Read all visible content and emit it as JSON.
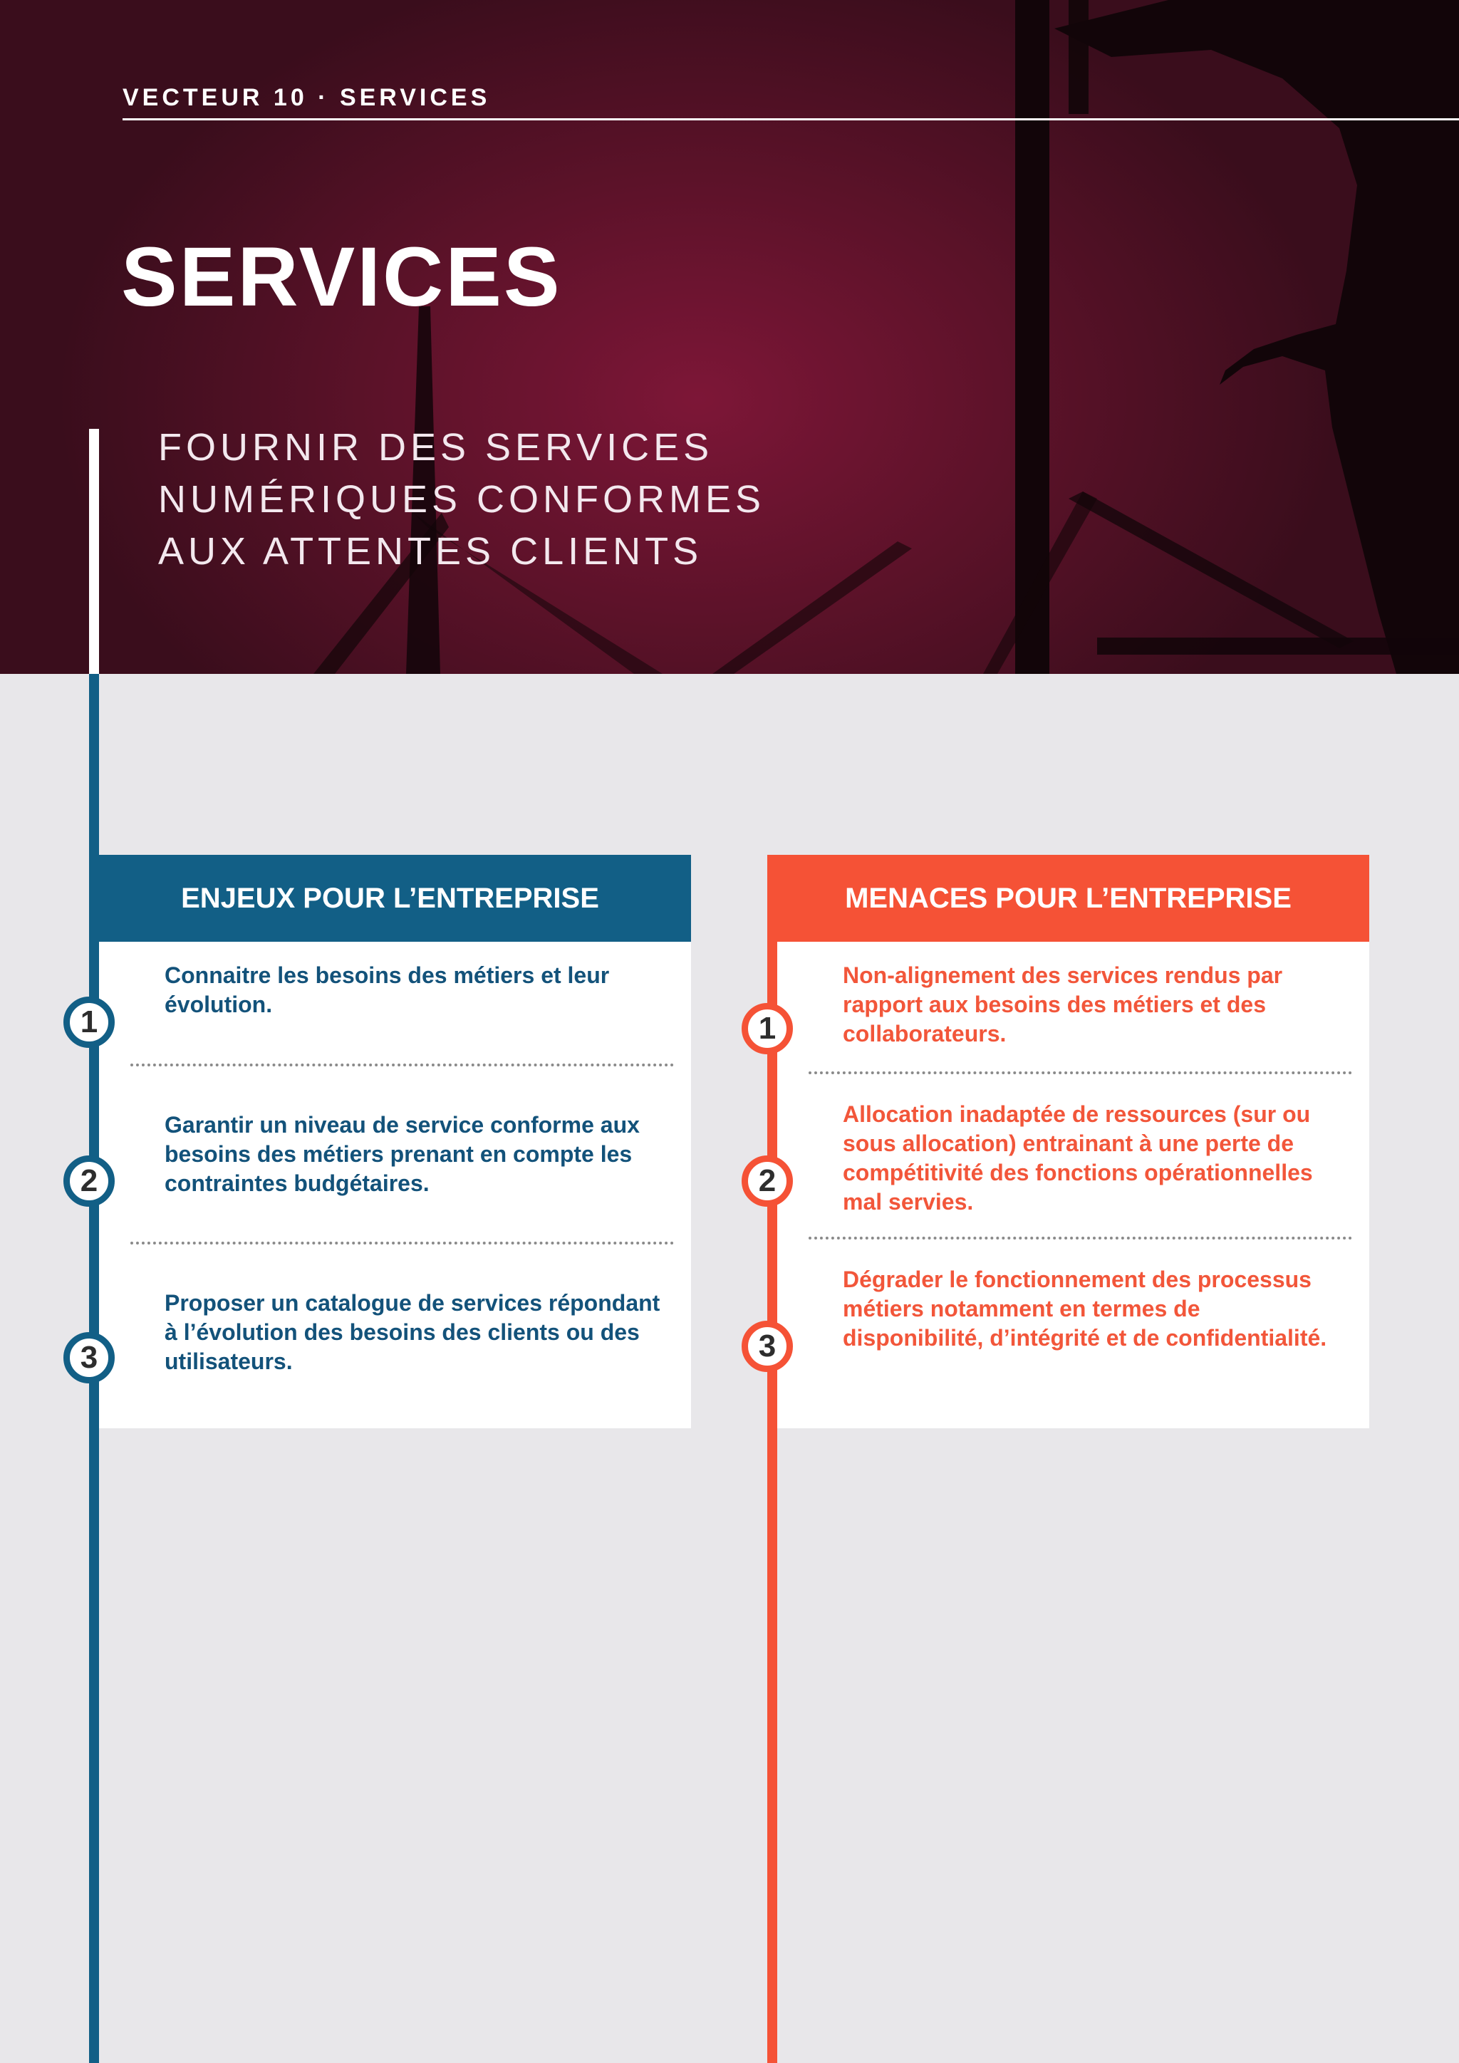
{
  "header": {
    "breadcrumb": "VECTEUR 10 · SERVICES",
    "title": "SERVICES",
    "subtitle_lines": [
      "FOURNIR DES SERVICES",
      "NUMÉRIQUES CONFORMES",
      "AUX ATTENTES CLIENTS"
    ]
  },
  "enjeux": {
    "heading": "ENJEUX POUR L’ENTREPRISE",
    "items": [
      {
        "number": "1",
        "text": "Connaitre les besoins des métiers et leur évolution."
      },
      {
        "number": "2",
        "text": "Garantir un niveau de service conforme aux besoins des métiers prenant en compte les contraintes budgétaires."
      },
      {
        "number": "3",
        "text": "Proposer un catalogue de services répondant à l’évolution des besoins des clients ou des utilisateurs."
      }
    ]
  },
  "menaces": {
    "heading": "MENACES POUR L’ENTREPRISE",
    "items": [
      {
        "number": "1",
        "text": "Non-alignement des services rendus par rapport aux besoins des métiers et des collaborateurs."
      },
      {
        "number": "2",
        "text": "Allocation inadaptée de ressources (sur ou sous allocation) entrainant à une perte de compétitivité des fonctions opérationnelles mal servies."
      },
      {
        "number": "3",
        "text": "Dégrader le fonctionnement des processus métiers notamment en termes de disponibilité, d’intégrité et de confidentialité."
      }
    ]
  },
  "colors": {
    "blue": "#125f86",
    "red": "#f55236",
    "hero": "#6e1533",
    "background": "#e8e7ea"
  }
}
